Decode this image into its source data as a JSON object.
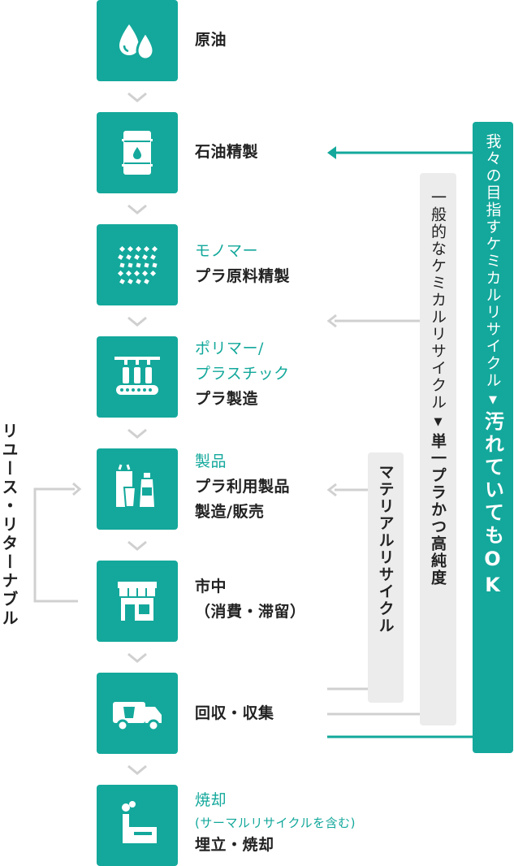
{
  "steps": [
    {
      "teal": "",
      "black": "原油",
      "icon": "drops-icon"
    },
    {
      "teal": "",
      "black": "石油精製",
      "icon": "barrel-icon"
    },
    {
      "teal": "モノマー",
      "black": "プラ原料精製",
      "icon": "monomer-icon"
    },
    {
      "teal": "ポリマー/プラスチック",
      "black": "プラ製造",
      "icon": "bottle-line-icon"
    },
    {
      "teal": "製品",
      "black": "プラ利用製品製造/販売",
      "icon": "products-icon"
    },
    {
      "teal": "",
      "black": "市中（消費・滞留）",
      "icon": "shop-icon"
    },
    {
      "teal": "",
      "black": "回収・収集",
      "icon": "truck-icon"
    },
    {
      "teal": "焼却",
      "teal_small": "(サーマルリサイクルを含む)",
      "black": "埋立・焼却",
      "icon": "factory-icon"
    }
  ],
  "labels_lines": {
    "s4_teal": [
      "ポリマー/",
      "プラスチック"
    ],
    "s5_black": [
      "プラ利用製品",
      "製造/販売"
    ],
    "s6_black": [
      "市中",
      "（消費・滞留）"
    ]
  },
  "bars": {
    "main_top": "我々の目指すケミカルリサイクル",
    "main_bottom": "汚れていてもOK",
    "general_top": "一般的なケミカルリサイクル",
    "general_bottom": "単一プラかつ高純度",
    "material": "マテリアルリサイクル",
    "arrow_glyph": "▼"
  },
  "reuse_label": "リユース・リターナブル",
  "colors": {
    "teal": "#13a89b",
    "gray_bar": "#ececec",
    "gray_line": "#d0d0d0",
    "text": "#222222"
  }
}
